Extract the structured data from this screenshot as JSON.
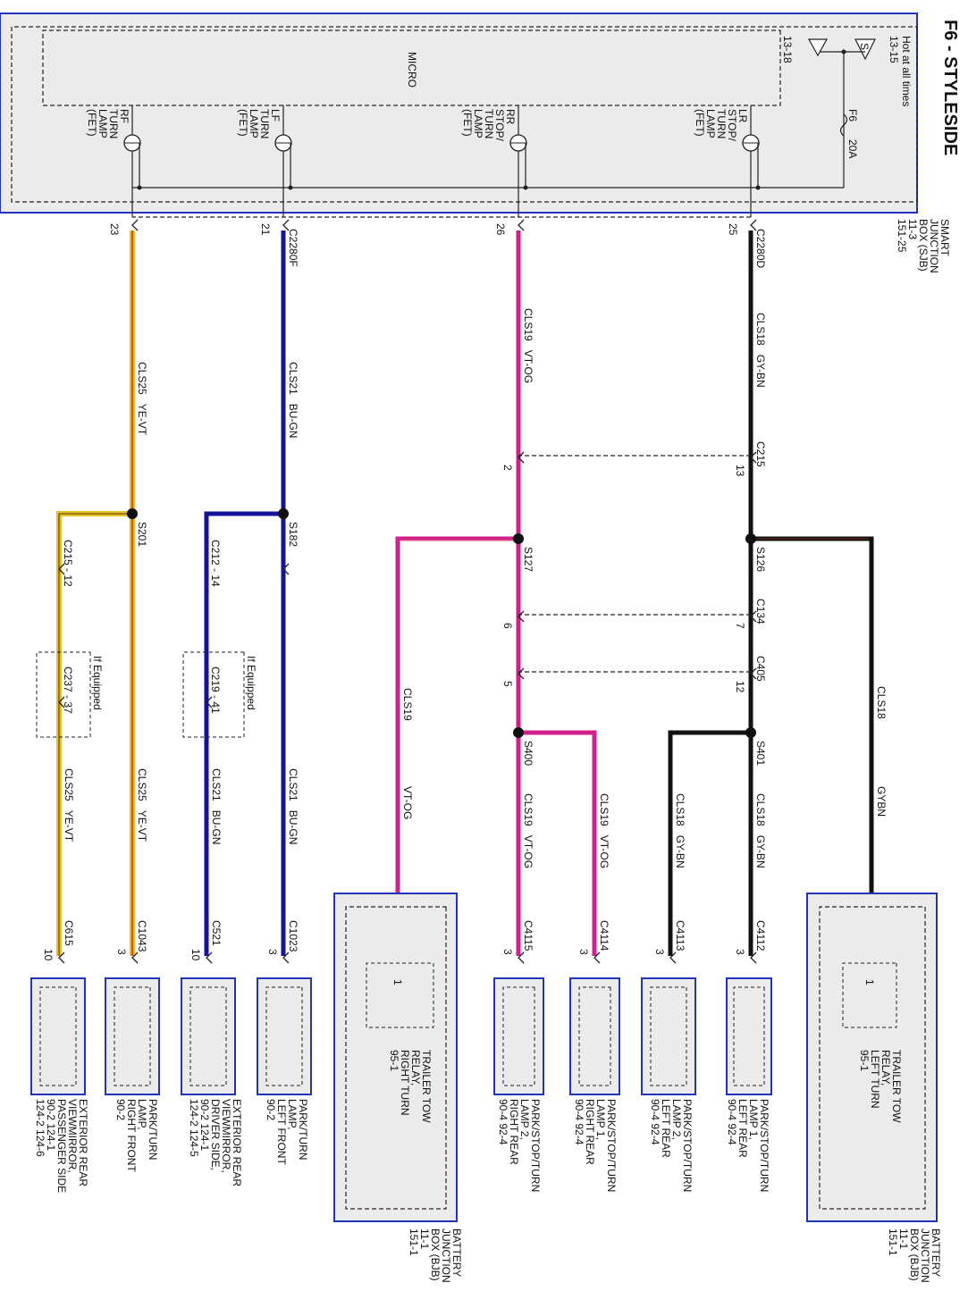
{
  "title": "F6 - STYLESIDE",
  "sjb": {
    "name": "SMART JUNCTION BOX (SJB)",
    "refs": [
      "11-3",
      "151-25"
    ],
    "micro": "MICRO",
    "hot_label": "Hot at all times",
    "hot_refs": [
      "13-15"
    ],
    "gnd_ref": "13-18",
    "fuse_name": "F6",
    "fuse_rating": "20A",
    "outputs": [
      {
        "id": "rf",
        "lines": [
          "RF",
          "TURN",
          "LAMP",
          "(FET)"
        ],
        "pin": "23",
        "connector": ""
      },
      {
        "id": "lf",
        "lines": [
          "LF",
          "TURN",
          "LAMP",
          "(FET)"
        ],
        "pin": "21",
        "connector": "C2280F"
      },
      {
        "id": "rr",
        "lines": [
          "RR",
          "STOP/",
          "TURN",
          "LAMP",
          "(FET)"
        ],
        "pin": "26",
        "connector": ""
      },
      {
        "id": "lr",
        "lines": [
          "LR",
          "STOP/",
          "TURN",
          "LAMP",
          "(FET)"
        ],
        "pin": "25",
        "connector": "C2280D"
      }
    ]
  },
  "bjb": {
    "name": "BATTERY JUNCTION BOX (BJB)",
    "refs": [
      "11-1",
      "151-1"
    ]
  },
  "wire_labels": {
    "cls25": "CLS25",
    "ye_vt": "YE-VT",
    "cls21": "CLS21",
    "bu_gn": "BU-GN",
    "cls19": "CLS19",
    "vt_og": "VT-OG",
    "cls18": "CLS18",
    "gy_bn": "GY-BN",
    "gybn": "GYBN"
  },
  "connectors": {
    "c215": "C215",
    "c215_pin_rr": "2",
    "c215_pin_lr": "13",
    "c134": "C134",
    "c134_pin_rr": "6",
    "c134_pin_lr": "7",
    "c405": "C405",
    "c405_pin_rr": "5",
    "c405_pin_lr": "12",
    "c215_12": "C215 - 12",
    "c212_14": "C212 - 14",
    "c237_37": "C237 - 37",
    "c219_41": "C219 - 41",
    "if_equipped": "If Equipped",
    "c615": "C615",
    "c1043": "C1043",
    "c521": "C521",
    "c1023": "C1023",
    "c4115": "C4115",
    "c4114": "C4114",
    "c4113": "C4113",
    "c4112": "C4112"
  },
  "splices": {
    "s201": "S201",
    "s182": "S182",
    "s127": "S127",
    "s126": "S126",
    "s400": "S400",
    "s401": "S401"
  },
  "pins": {
    "c615": "10",
    "c1043": "3",
    "c521": "10",
    "c1023": "3",
    "c4115": "3",
    "c4114": "3",
    "c4113": "3",
    "c4112": "3"
  },
  "relays": [
    {
      "id": "right",
      "pin": "1",
      "lines": [
        "TRAILER TOW",
        "RELAY,",
        "RIGHT TURN",
        "95-1"
      ]
    },
    {
      "id": "left",
      "pin": "1",
      "lines": [
        "TRAILER TOW",
        "RELAY,",
        "LEFT TURN",
        "95-1"
      ]
    }
  ],
  "components": [
    {
      "id": "mirror-pass",
      "lines": [
        "EXTERIOR REAR",
        "VIEWMIRROR,",
        "PASSENGER SIDE",
        "124-2   124-6"
      ],
      "refs": [
        "90-2   124-1"
      ]
    },
    {
      "id": "lamp-rf",
      "lines": [
        "PARK/TURN",
        "LAMP,",
        "RIGHT FRONT",
        "90-2"
      ],
      "refs": []
    },
    {
      "id": "mirror-drv",
      "lines": [
        "EXTERIOR REAR",
        "VIEWMIRROR,",
        "DRIVER SIDE,",
        "90-2   124-1",
        "124-2   124-5"
      ],
      "refs": []
    },
    {
      "id": "lamp-lf",
      "lines": [
        "PARK/TURN",
        "LAMP,",
        "LEFT FRONT",
        "90-2"
      ],
      "refs": []
    },
    {
      "id": "lamp-rr2",
      "lines": [
        "PARK/STOP/TURN",
        "LAMP 2,",
        "RIGHT REAR",
        "90-4   92-4"
      ],
      "refs": []
    },
    {
      "id": "lamp-rr1",
      "lines": [
        "PARK/STOP/TURN",
        "LAMP 1,",
        "RIGHT REAR",
        "90-4   92-4"
      ],
      "refs": []
    },
    {
      "id": "lamp-lr2",
      "lines": [
        "PARK/STOP/TURN",
        "LAMP 2,",
        "LEFT REAR",
        "90-4   92-4"
      ],
      "refs": []
    },
    {
      "id": "lamp-lr1",
      "lines": [
        "PARK/STOP/TURN",
        "LAMP 1,",
        "LEFT REAR",
        "90-4   92-4"
      ],
      "refs": []
    }
  ],
  "colors": {
    "box_border": "#2233bb",
    "box_fill": "#ebebeb",
    "ye_vt_core": "#e8c020",
    "ye_vt_stripe": "#c03020",
    "bu_gn": "#14149a",
    "vt_og": "#d0208c",
    "gy_bn": "#121212",
    "gybn_stripe": "#6a2020"
  }
}
